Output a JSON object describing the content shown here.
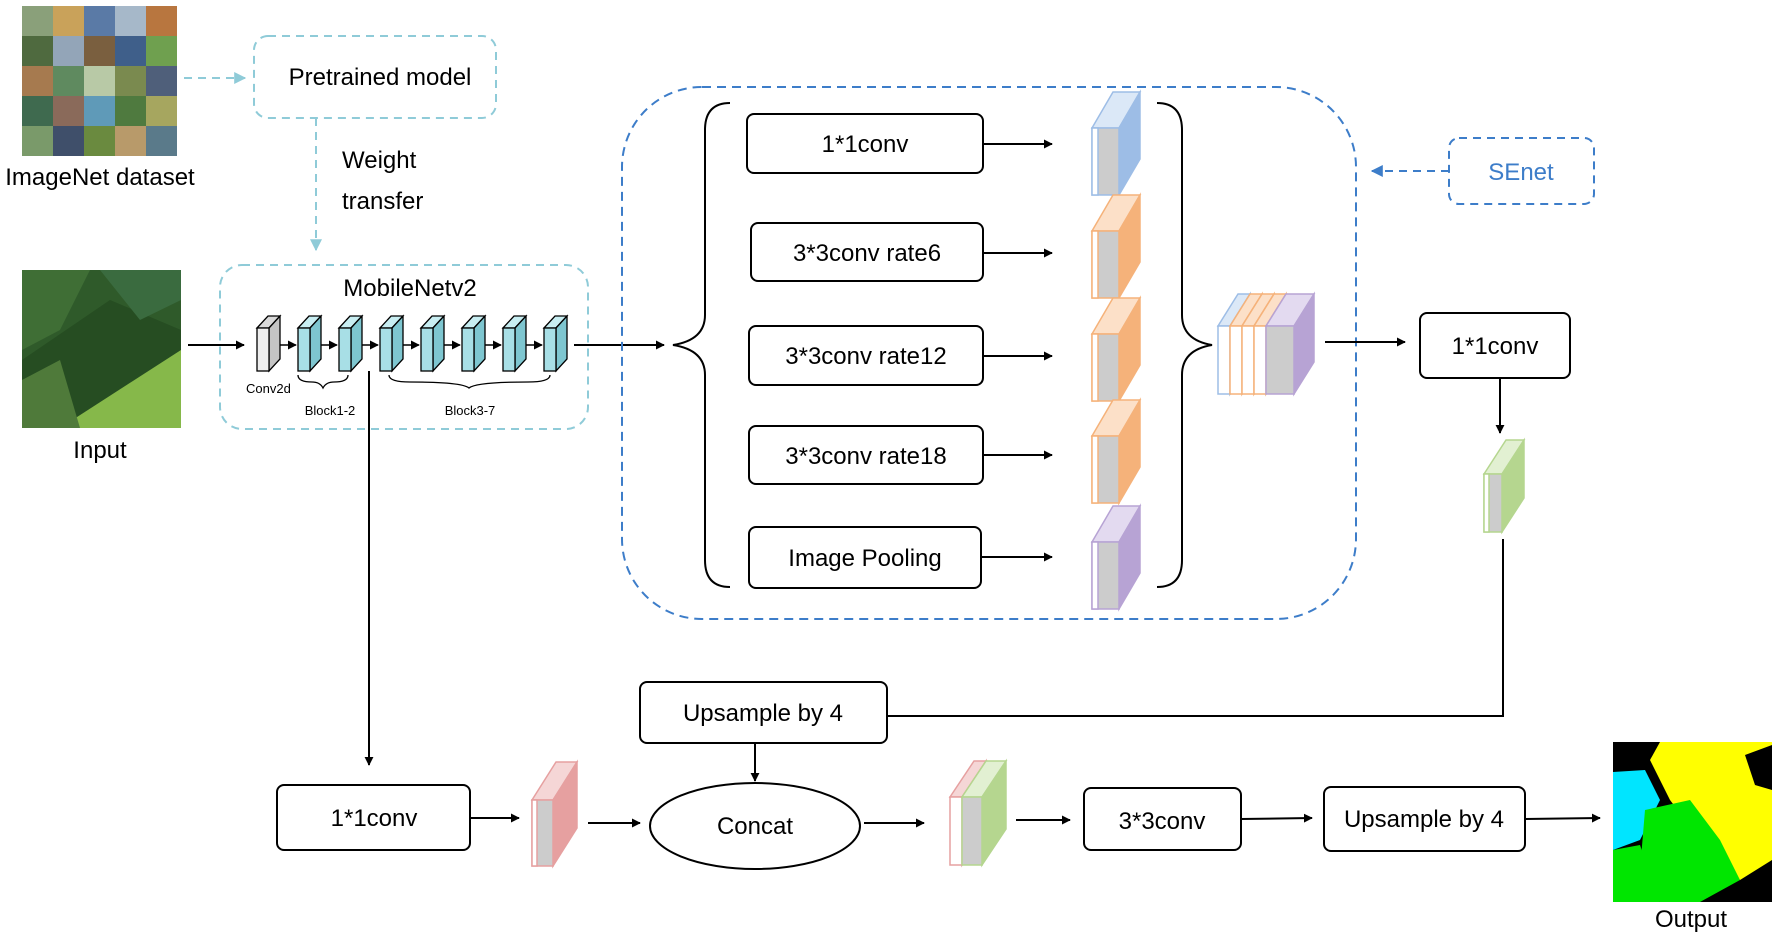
{
  "labels": {
    "imagenet": "ImageNet dataset",
    "pretrained": "Pretrained model",
    "weight_line1": "Weight",
    "weight_line2": "transfer",
    "input": "Input",
    "mobilenet": "MobileNetv2",
    "conv2d": "Conv2d",
    "block12": "Block1-2",
    "block37": "Block3-7",
    "aspp_conv1": "1*1conv",
    "aspp_rate6": "3*3conv rate6",
    "aspp_rate12": "3*3conv rate12",
    "aspp_rate18": "3*3conv rate18",
    "aspp_pool": "Image Pooling",
    "senet": "SEnet",
    "aspp_out_conv": "1*1conv",
    "upsample_top": "Upsample by 4",
    "low_conv": "1*1conv",
    "concat": "Concat",
    "final_conv": "3*3conv",
    "upsample_final": "Upsample by 4",
    "output": "Output"
  },
  "colors": {
    "blue_feature": "#9dbde6",
    "orange_feature": "#f5b27a",
    "purple_feature": "#b7a3d4",
    "green_feature": "#b5d68f",
    "red_feature": "#e6a0a0",
    "block_cyan": "#a8dfe6",
    "dashed_cyan": "#8fcbd8",
    "dashed_blue": "#3d7dc9",
    "seg_yellow": "#ffff00",
    "seg_green": "#00e600",
    "seg_cyan": "#00e5ff",
    "seg_black": "#000000"
  }
}
